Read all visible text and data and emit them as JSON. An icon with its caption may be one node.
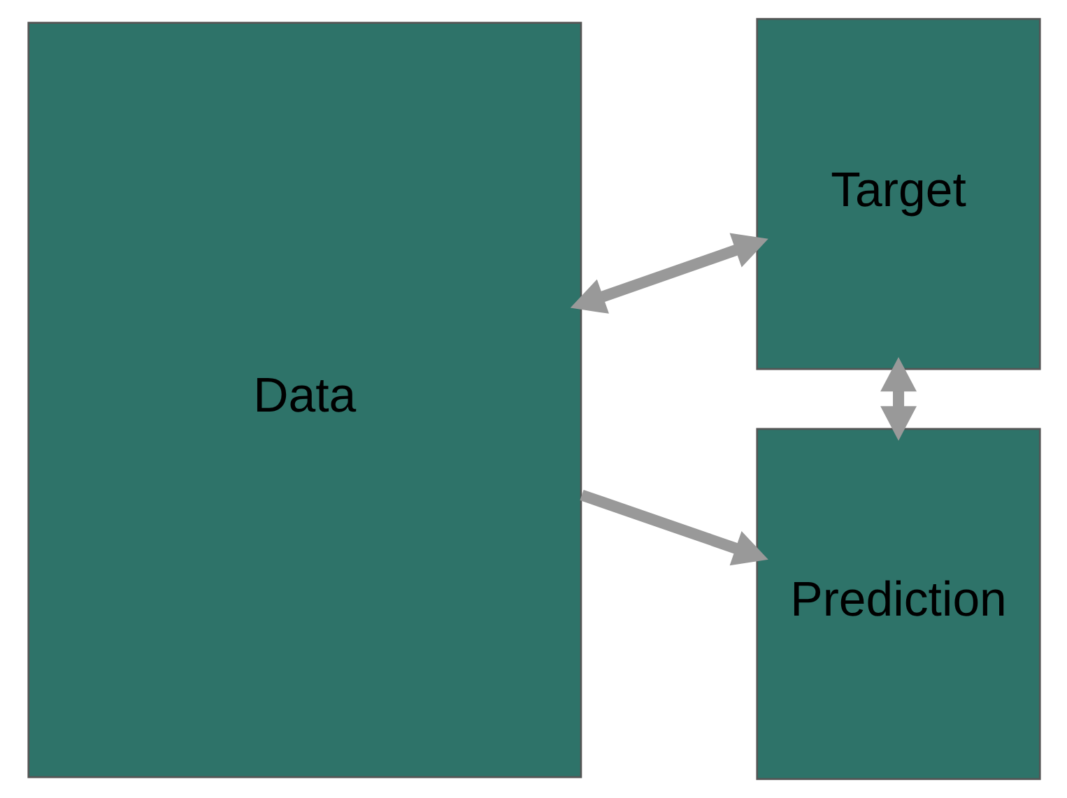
{
  "diagram": {
    "nodes": [
      {
        "text": [
          "Data"
        ]
      },
      {
        "text": [
          "Target"
        ]
      },
      {
        "text": [
          "Prediction"
        ]
      }
    ],
    "edges": [
      {
        "from": 0,
        "to": 1,
        "arrow": "both"
      },
      {
        "from": 0,
        "to": 2,
        "arrow": "to"
      },
      {
        "from": 1,
        "to": 2,
        "arrow": "both"
      }
    ]
  }
}
